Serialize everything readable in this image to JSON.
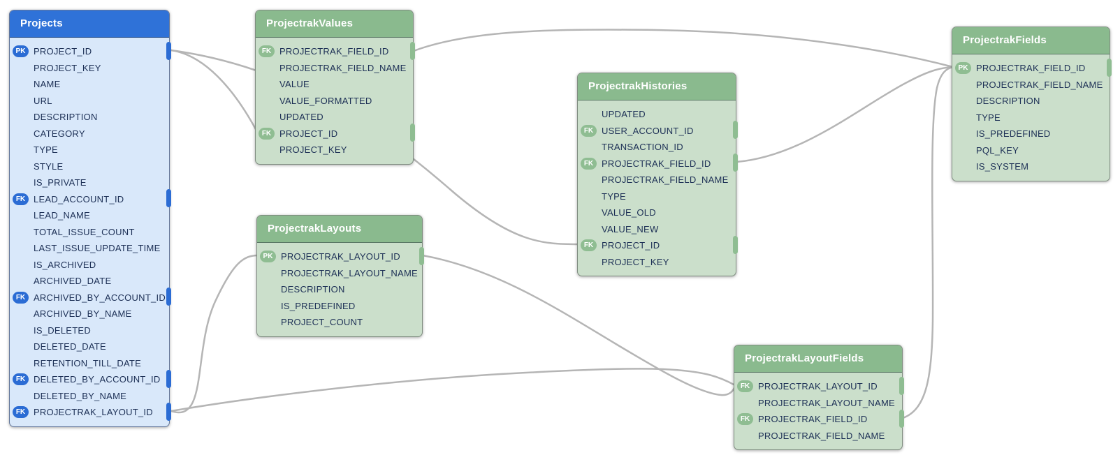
{
  "diagram": {
    "kind": "entity-relationship-diagram",
    "background": "#ffffff"
  },
  "theme": {
    "connector_color": "#b5b5b5",
    "row_text_color": "#1c2f55",
    "blue": {
      "header": "#2f72d8",
      "body": "#d9e8fa",
      "pill": "#2b6cd4",
      "stub": "#2b6cd4",
      "border": "#64779a"
    },
    "green": {
      "header": "#8aba8e",
      "body": "#cbdfcb",
      "pill": "#8fbd92",
      "stub": "#8fbd92",
      "border": "#7f8d80"
    }
  },
  "tables": [
    {
      "title": "Projects",
      "color": "blue",
      "columns": [
        {
          "key": "PK",
          "name": "PROJECT_ID"
        },
        {
          "key": null,
          "name": "PROJECT_KEY"
        },
        {
          "key": null,
          "name": "NAME"
        },
        {
          "key": null,
          "name": "URL"
        },
        {
          "key": null,
          "name": "DESCRIPTION"
        },
        {
          "key": null,
          "name": "CATEGORY"
        },
        {
          "key": null,
          "name": "TYPE"
        },
        {
          "key": null,
          "name": "STYLE"
        },
        {
          "key": null,
          "name": "IS_PRIVATE"
        },
        {
          "key": "FK",
          "name": "LEAD_ACCOUNT_ID"
        },
        {
          "key": null,
          "name": "LEAD_NAME"
        },
        {
          "key": null,
          "name": "TOTAL_ISSUE_COUNT"
        },
        {
          "key": null,
          "name": "LAST_ISSUE_UPDATE_TIME"
        },
        {
          "key": null,
          "name": "IS_ARCHIVED"
        },
        {
          "key": null,
          "name": "ARCHIVED_DATE"
        },
        {
          "key": "FK",
          "name": "ARCHIVED_BY_ACCOUNT_ID"
        },
        {
          "key": null,
          "name": "ARCHIVED_BY_NAME"
        },
        {
          "key": null,
          "name": "IS_DELETED"
        },
        {
          "key": null,
          "name": "DELETED_DATE"
        },
        {
          "key": null,
          "name": "RETENTION_TILL_DATE"
        },
        {
          "key": "FK",
          "name": "DELETED_BY_ACCOUNT_ID"
        },
        {
          "key": null,
          "name": "DELETED_BY_NAME"
        },
        {
          "key": "FK",
          "name": "PROJECTRAK_LAYOUT_ID"
        }
      ]
    },
    {
      "title": "ProjectrakValues",
      "color": "green",
      "columns": [
        {
          "key": "FK",
          "name": "PROJECTRAK_FIELD_ID"
        },
        {
          "key": null,
          "name": "PROJECTRAK_FIELD_NAME"
        },
        {
          "key": null,
          "name": "VALUE"
        },
        {
          "key": null,
          "name": "VALUE_FORMATTED"
        },
        {
          "key": null,
          "name": "UPDATED"
        },
        {
          "key": "FK",
          "name": "PROJECT_ID"
        },
        {
          "key": null,
          "name": "PROJECT_KEY"
        }
      ]
    },
    {
      "title": "ProjectrakHistories",
      "color": "green",
      "columns": [
        {
          "key": null,
          "name": "UPDATED"
        },
        {
          "key": "FK",
          "name": "USER_ACCOUNT_ID"
        },
        {
          "key": null,
          "name": "TRANSACTION_ID"
        },
        {
          "key": "FK",
          "name": "PROJECTRAK_FIELD_ID"
        },
        {
          "key": null,
          "name": "PROJECTRAK_FIELD_NAME"
        },
        {
          "key": null,
          "name": "TYPE"
        },
        {
          "key": null,
          "name": "VALUE_OLD"
        },
        {
          "key": null,
          "name": "VALUE_NEW"
        },
        {
          "key": "FK",
          "name": "PROJECT_ID"
        },
        {
          "key": null,
          "name": "PROJECT_KEY"
        }
      ]
    },
    {
      "title": "ProjectrakFields",
      "color": "green",
      "columns": [
        {
          "key": "PK",
          "name": "PROJECTRAK_FIELD_ID"
        },
        {
          "key": null,
          "name": "PROJECTRAK_FIELD_NAME"
        },
        {
          "key": null,
          "name": "DESCRIPTION"
        },
        {
          "key": null,
          "name": "TYPE"
        },
        {
          "key": null,
          "name": "IS_PREDEFINED"
        },
        {
          "key": null,
          "name": "PQL_KEY"
        },
        {
          "key": null,
          "name": "IS_SYSTEM"
        }
      ]
    },
    {
      "title": "ProjectrakLayouts",
      "color": "green",
      "columns": [
        {
          "key": "PK",
          "name": "PROJECTRAK_LAYOUT_ID"
        },
        {
          "key": null,
          "name": "PROJECTRAK_LAYOUT_NAME"
        },
        {
          "key": null,
          "name": "DESCRIPTION"
        },
        {
          "key": null,
          "name": "IS_PREDEFINED"
        },
        {
          "key": null,
          "name": "PROJECT_COUNT"
        }
      ]
    },
    {
      "title": "ProjectrakLayoutFields",
      "color": "green",
      "columns": [
        {
          "key": "FK",
          "name": "PROJECTRAK_LAYOUT_ID"
        },
        {
          "key": null,
          "name": "PROJECTRAK_LAYOUT_NAME"
        },
        {
          "key": "FK",
          "name": "PROJECTRAK_FIELD_ID"
        },
        {
          "key": null,
          "name": "PROJECTRAK_FIELD_NAME"
        }
      ]
    }
  ],
  "connections": [
    {
      "from": "Projects.PROJECT_ID",
      "to": "ProjectrakValues.PROJECT_ID"
    },
    {
      "from": "Projects.PROJECT_ID",
      "to": "ProjectrakHistories.PROJECT_ID"
    },
    {
      "from": "ProjectrakValues.PROJECTRAK_FIELD_ID",
      "to": "ProjectrakFields.PROJECTRAK_FIELD_ID"
    },
    {
      "from": "ProjectrakHistories.PROJECTRAK_FIELD_ID",
      "to": "ProjectrakFields.PROJECTRAK_FIELD_ID"
    },
    {
      "from": "Projects.PROJECTRAK_LAYOUT_ID",
      "to": "ProjectrakLayouts.PROJECTRAK_LAYOUT_ID"
    },
    {
      "from": "Projects.PROJECTRAK_LAYOUT_ID",
      "to": "ProjectrakLayoutFields.PROJECTRAK_LAYOUT_ID"
    },
    {
      "from": "ProjectrakLayouts.PROJECTRAK_LAYOUT_ID",
      "to": "ProjectrakLayoutFields.PROJECTRAK_LAYOUT_ID"
    },
    {
      "from": "ProjectrakLayoutFields.PROJECTRAK_FIELD_ID",
      "to": "ProjectrakFields.PROJECTRAK_FIELD_ID"
    }
  ]
}
